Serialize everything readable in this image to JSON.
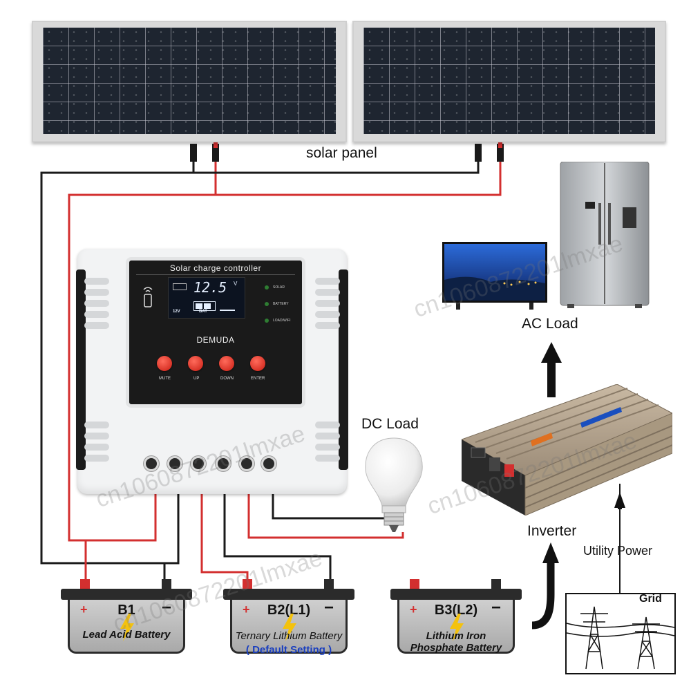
{
  "labels": {
    "solar_panel": "solar panel",
    "ac_load": "AC Load",
    "dc_load": "DC Load",
    "inverter": "Inverter",
    "utility_power": "Utility Power",
    "grid": "Grid"
  },
  "controller": {
    "title": "Solar charge controller",
    "brand": "DEMUDA",
    "lcd_value": "12.5",
    "lcd_unit": "V",
    "lcd_voltage_tag": "12V",
    "lcd_bat_tag": "BAT",
    "indicators": [
      "SOLAR",
      "BATTERY",
      "LOAD/WIFI"
    ],
    "buttons": [
      "MUTE",
      "UP",
      "DOWN",
      "ENTER"
    ]
  },
  "batteries": [
    {
      "name": "B1",
      "type": "Lead Acid Battery",
      "note": ""
    },
    {
      "name": "B2(L1)",
      "type": "Ternary Lithium Battery",
      "note": "( Default Setting )"
    },
    {
      "name": "B3(L2)",
      "type": "Lithium Iron Phosphate Battery",
      "note": ""
    }
  ],
  "watermark": "cn1060872201lmxae",
  "colors": {
    "positive_wire": "#d32f2f",
    "negative_wire": "#1a1a1a",
    "default_setting_text": "#1a3fbf",
    "bolt": "#f4c20d"
  }
}
